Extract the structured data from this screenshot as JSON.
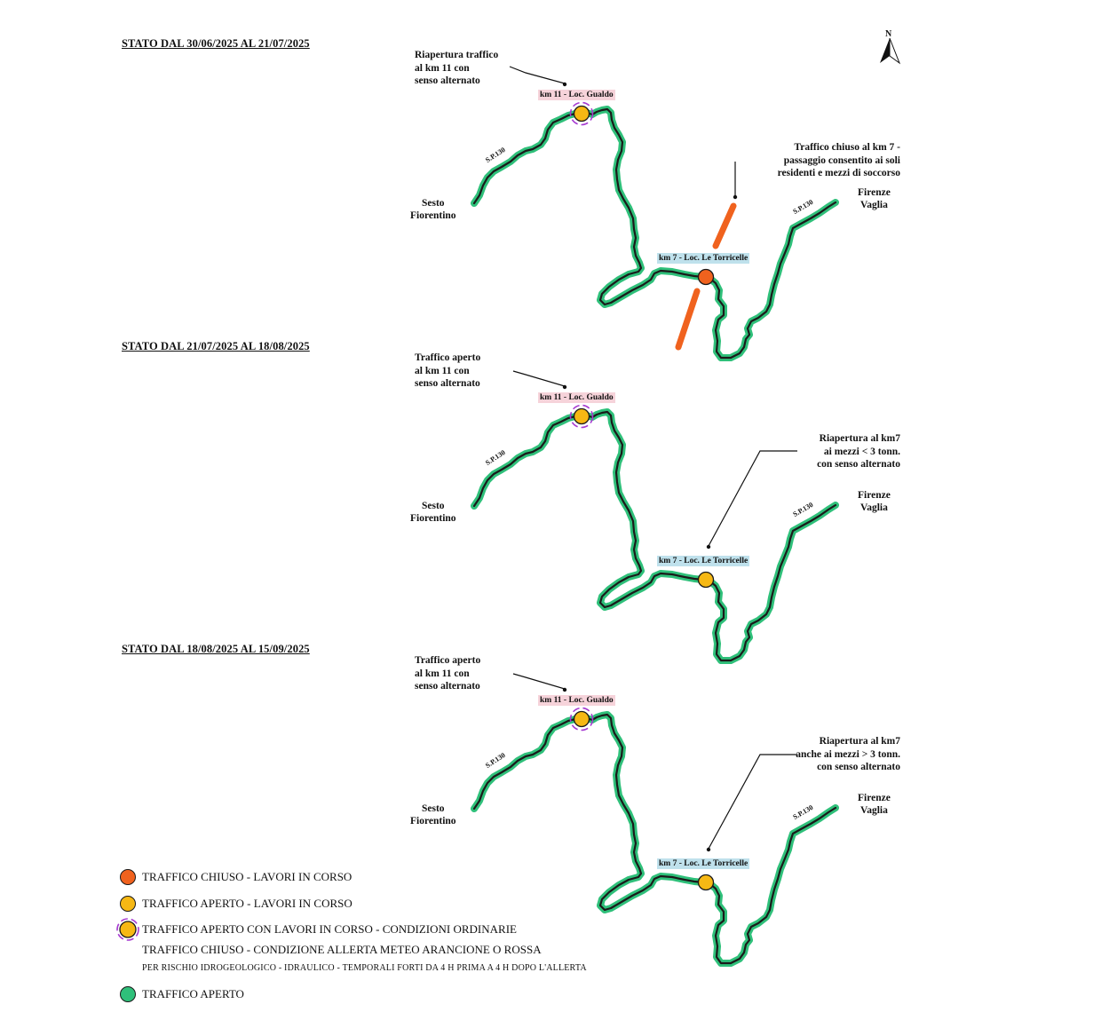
{
  "colors": {
    "closed": "#f0621e",
    "open_works": "#f6b814",
    "open": "#2fc07a",
    "ordinary_ring": "#a63ad1",
    "gualdo_bg": "#f6d3da",
    "torricelle_bg": "#bfe1ec"
  },
  "north_label": "N",
  "road_label": "S.P.130",
  "places": {
    "sesto": "Sesto\nFiorentino",
    "firenze": "Firenze\nVaglia"
  },
  "markers": {
    "gualdo": "km 11 - Loc. Gualdo",
    "torricelle": "km 7 - Loc. Le Torricelle"
  },
  "panels": [
    {
      "stato": "STATO DAL 30/06/2025 AL 21/07/2025",
      "note_km11": "Riapertura traffico\nal km 11 con\nsenso alternato",
      "note_km7": "Traffico chiuso al km 7 -\npassaggio consentito ai soli\nresidenti e mezzi di soccorso",
      "km11_status": "open_ordinary",
      "km7_status": "closed"
    },
    {
      "stato": "STATO DAL 21/07/2025 AL 18/08/2025",
      "note_km11": "Traffico aperto\nal km 11 con\nsenso alternato",
      "note_km7": "Riapertura al km7\nai mezzi < 3 tonn.\ncon senso alternato",
      "km11_status": "open_ordinary",
      "km7_status": "open_works"
    },
    {
      "stato": "STATO DAL 18/08/2025 AL 15/09/2025",
      "note_km11": "Traffico aperto\nal km 11 con\nsenso alternato",
      "note_km7": "Riapertura al km7\nanche ai mezzi > 3 tonn.\ncon senso alternato",
      "km11_status": "open_ordinary",
      "km7_status": "open_works"
    }
  ],
  "legend": {
    "closed": "TRAFFICO CHIUSO - LAVORI IN CORSO",
    "open_works": "TRAFFICO APERTO - LAVORI IN CORSO",
    "open_ordinary": "TRAFFICO APERTO CON LAVORI IN CORSO - CONDIZIONI ORDINARIE",
    "alert": "TRAFFICO CHIUSO - CONDIZIONE ALLERTA METEO ARANCIONE O ROSSA",
    "alert_sub": "PER RISCHIO IDROGEOLOGICO - IDRAULICO - TEMPORALI FORTI DA 4 H PRIMA A 4 H DOPO L'ALLERTA",
    "open": "TRAFFICO APERTO"
  }
}
